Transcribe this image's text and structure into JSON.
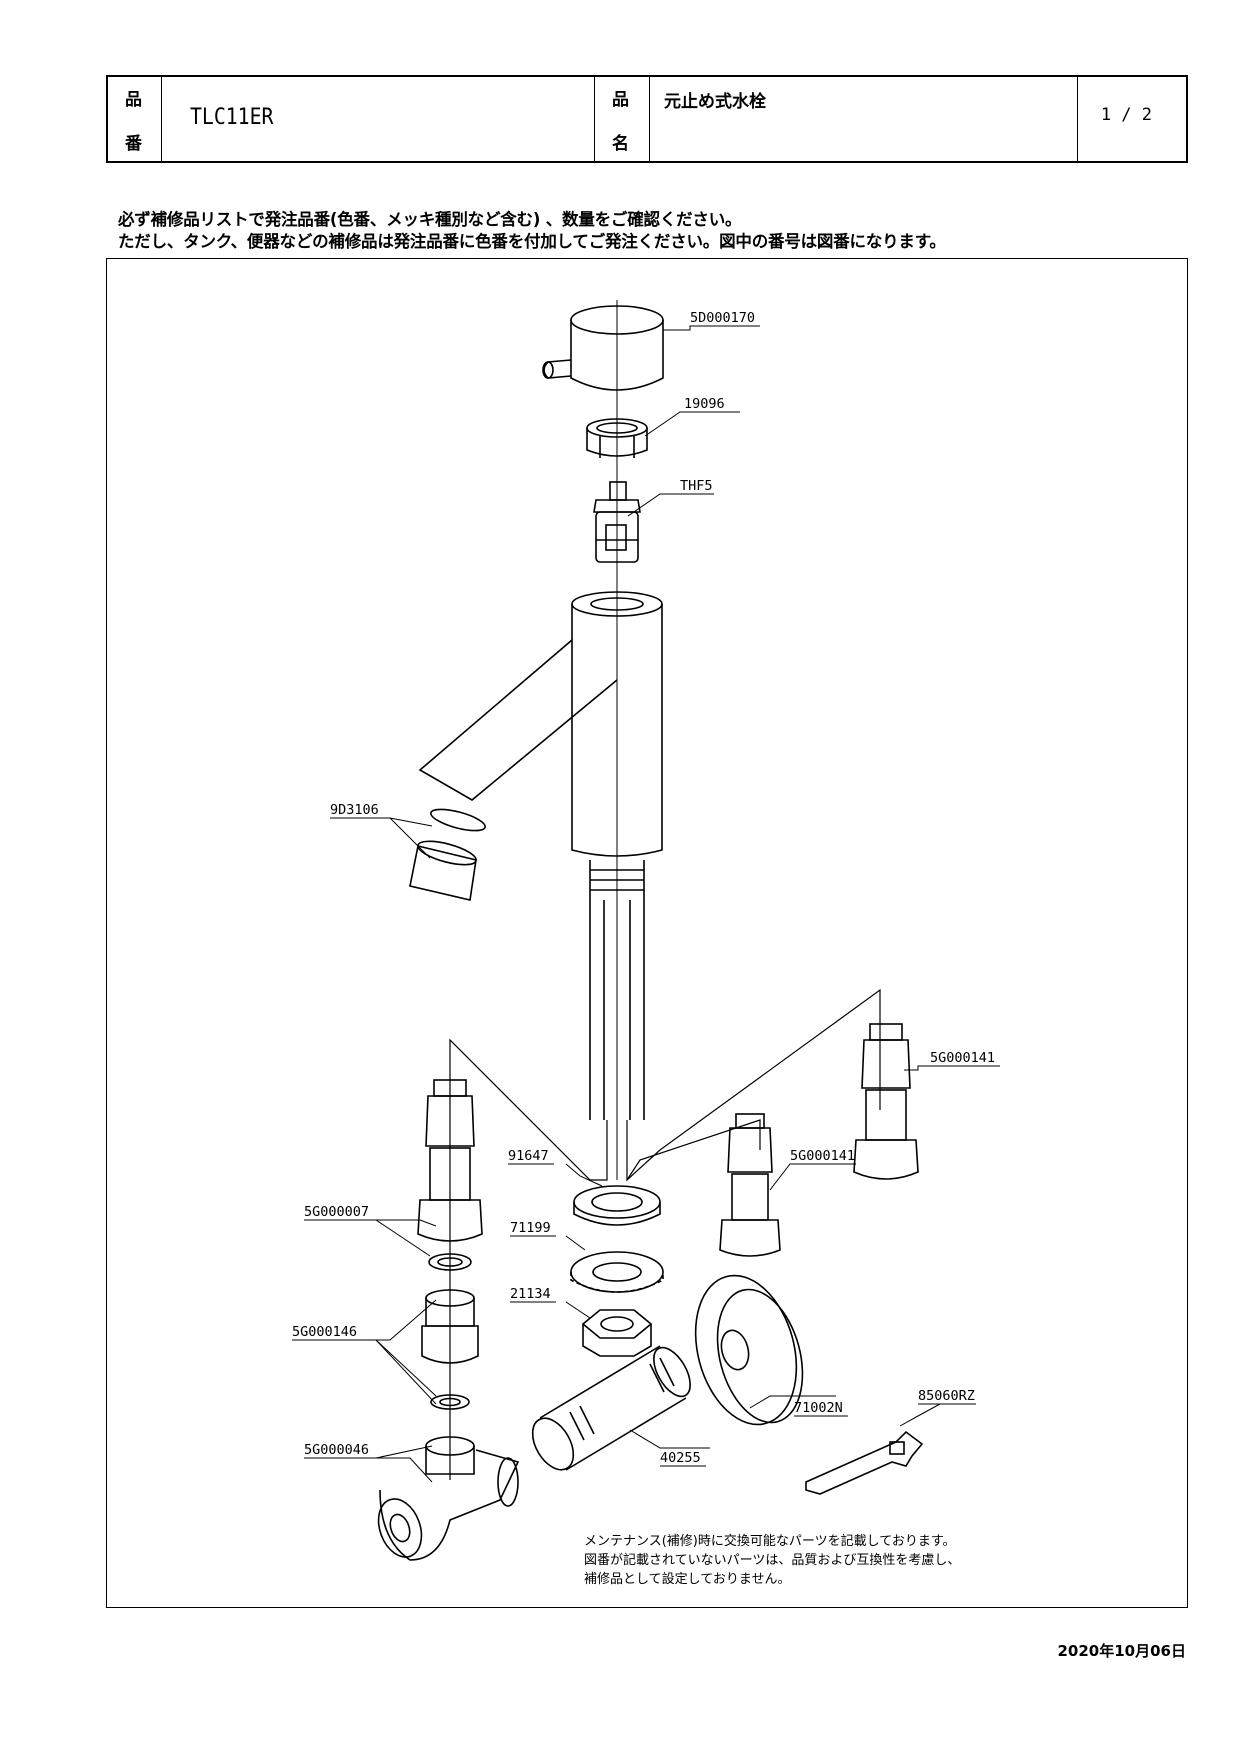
{
  "header": {
    "part_no_label": [
      "品",
      "番"
    ],
    "part_no": "TLC11ER",
    "product_name_label": [
      "品",
      "名"
    ],
    "product_name": "元止め式水栓",
    "page": "1 / 2"
  },
  "notice": [
    "必ず補修品リストで発注品番(色番、メッキ種別など含む) 、数量をご確認ください。",
    "ただし、タンク、便器などの補修品は発注品番に色番を付加してご発注ください。図中の番号は図番になります。"
  ],
  "parts": [
    "5D000170",
    "19096",
    "THF5",
    "9D3106",
    "5G000141",
    "5G000141",
    "91647",
    "5G000007",
    "71199",
    "21134",
    "5G000146",
    "71002N",
    "85060RZ",
    "5G000046",
    "40255"
  ],
  "footnote": [
    "メンテナンス(補修)時に交換可能なパーツを記載しております。",
    "図番が記載されていないパーツは、品質および互換性を考慮し、",
    "補修品として設定しておりません。"
  ],
  "date": "2020年10月06日"
}
